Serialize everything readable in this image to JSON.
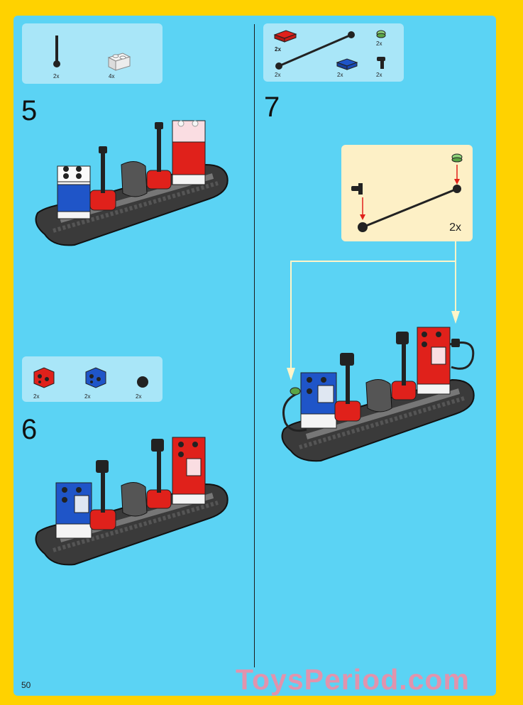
{
  "steps": {
    "step5": {
      "number": "5",
      "parts": [
        {
          "icon": "antenna-bar-part-icon",
          "qty": "2x"
        },
        {
          "icon": "white-brick-1x2-part-icon",
          "qty": "4x"
        }
      ]
    },
    "step6": {
      "number": "6",
      "parts": [
        {
          "icon": "red-bracket-part-icon",
          "qty": "2x"
        },
        {
          "icon": "blue-bracket-part-icon",
          "qty": "2x"
        },
        {
          "icon": "black-round-plate-part-icon",
          "qty": "2x"
        }
      ]
    },
    "step7": {
      "number": "7",
      "parts": [
        {
          "icon": "red-tile-part-icon",
          "qty": "2x"
        },
        {
          "icon": "black-hose-part-icon",
          "qty": ""
        },
        {
          "icon": "green-round-tile-part-icon",
          "qty": "2x"
        },
        {
          "icon": "black-round-brick-part-icon",
          "qty": "2x"
        },
        {
          "icon": "blue-tile-part-icon",
          "qty": "2x"
        },
        {
          "icon": "black-nozzle-part-icon",
          "qty": "2x"
        }
      ],
      "callout": {
        "qty": "2x"
      }
    }
  },
  "footer": {
    "page_number": "50",
    "watermark": "ToysPeriod.com"
  },
  "colors": {
    "border": "#ffd200",
    "page": "#5bd3f4",
    "partbox": "#a9e6f8",
    "callout": "#fdf0c6",
    "lego_red": "#e0211b",
    "lego_blue": "#1f55c8",
    "lego_dark": "#3c3c3c"
  }
}
